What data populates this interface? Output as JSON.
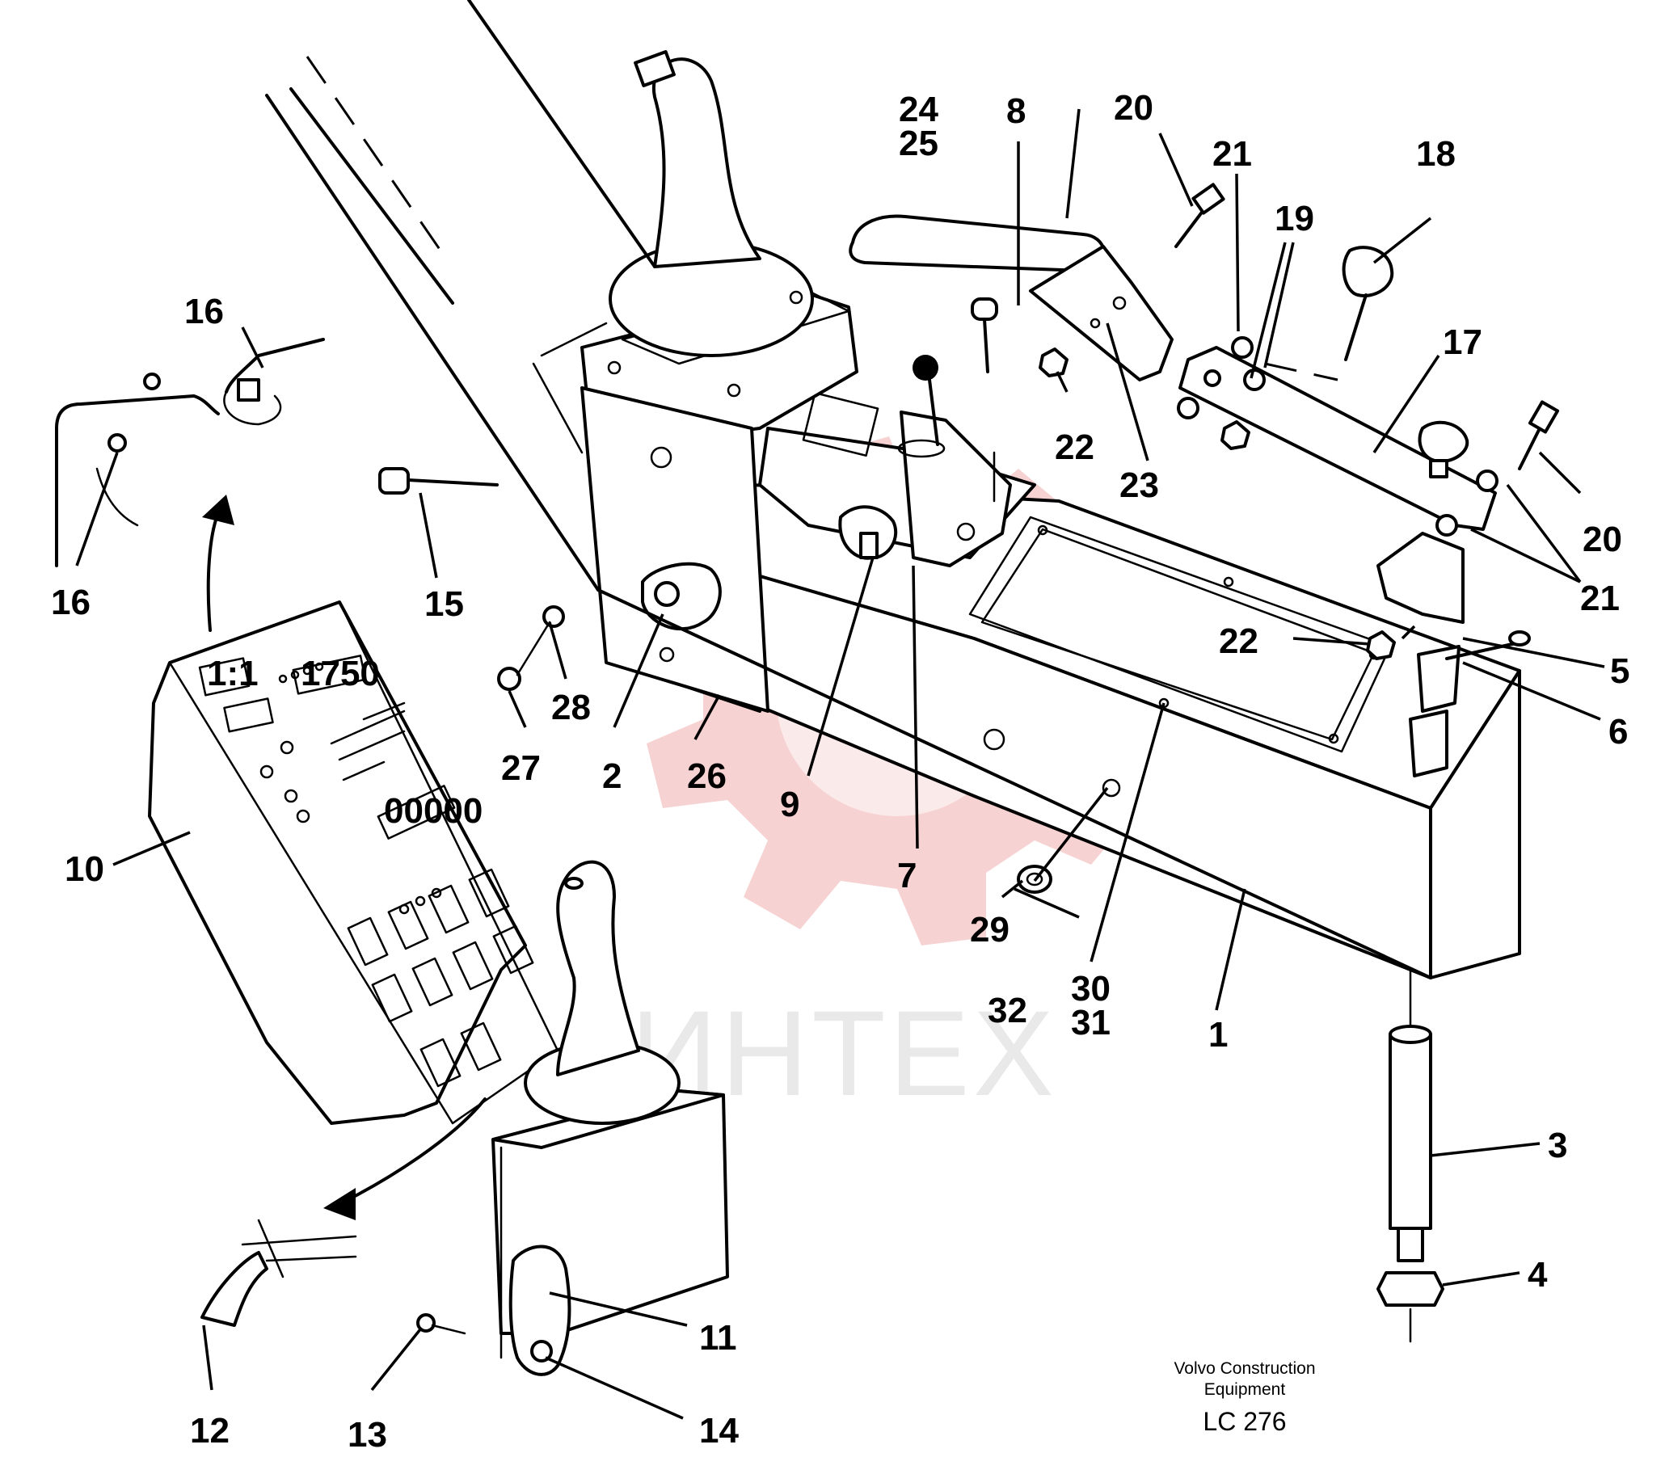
{
  "watermark": {
    "text": "ИНТЕХ",
    "color": "#f6caca",
    "text_color": "#e6e6e6"
  },
  "caption": {
    "line1": "Volvo Construction",
    "line2": "Equipment",
    "code": "LC 276"
  },
  "callouts": {
    "c1": "1",
    "c2": "2",
    "c3": "3",
    "c4": "4",
    "c5": "5",
    "c6": "6",
    "c7": "7",
    "c8": "8",
    "c9": "9",
    "c10": "10",
    "c11": "11",
    "c12": "12",
    "c13": "13",
    "c14": "14",
    "c15": "15",
    "c16a": "16",
    "c16b": "16",
    "c17": "17",
    "c18": "18",
    "c19": "19",
    "c20a": "20",
    "c20b": "20",
    "c21a": "21",
    "c21b": "21",
    "c22a": "22",
    "c22b": "22",
    "c23": "23",
    "c24": "24",
    "c25": "25",
    "c26": "26",
    "c27": "27",
    "c28": "28",
    "c29": "29",
    "c30": "30",
    "c31": "31",
    "c32": "32"
  },
  "panel": {
    "display1": "1:1",
    "display2": "1750",
    "display3": "00000"
  }
}
